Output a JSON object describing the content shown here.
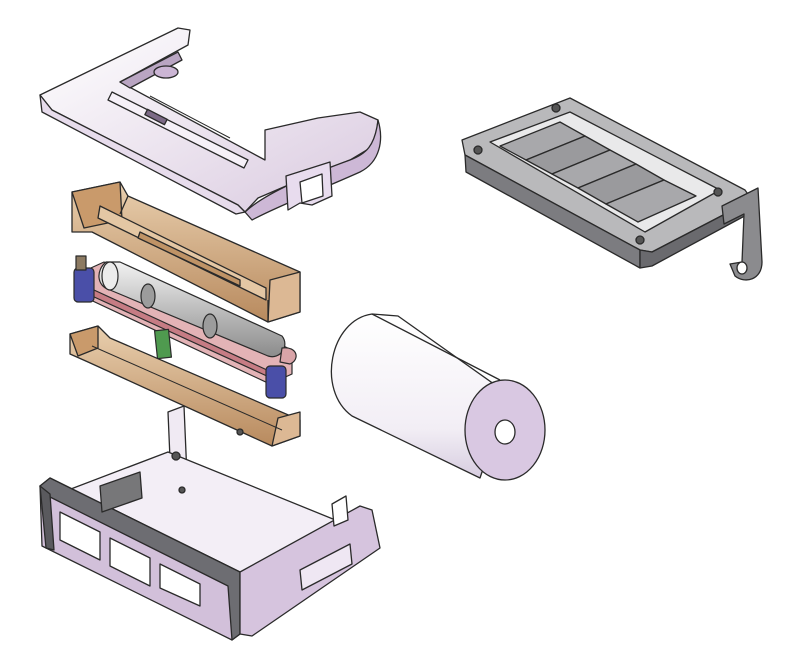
{
  "figure": {
    "parts": [
      {
        "id": "top-cover",
        "kind": "cover"
      },
      {
        "id": "base-tray",
        "kind": "frame"
      },
      {
        "id": "upper-bracket",
        "kind": "bracket"
      },
      {
        "id": "roller-mechanism",
        "kind": "mechanism"
      },
      {
        "id": "lower-bracket",
        "kind": "bracket"
      },
      {
        "id": "paper-roll",
        "kind": "roll"
      },
      {
        "id": "housing-bottom",
        "kind": "housing"
      }
    ],
    "colors": {
      "cover_light": "#f4eef6",
      "cover_mid": "#d9c9df",
      "cover_dark": "#a08aa8",
      "frame_gray": "#a9a9ab",
      "frame_dark": "#5f5f62",
      "bracket_tan": "#d8b48c",
      "bracket_dark": "#a27a52",
      "roller_gray": "#c4c4c4",
      "rail_red": "#d9a4a8",
      "board_green": "#4f9a4f",
      "motor_blue": "#4a4fa8",
      "roll_white": "#fbfbfd",
      "roll_shade": "#d7c7e0",
      "outline": "#2a2a2a"
    }
  }
}
